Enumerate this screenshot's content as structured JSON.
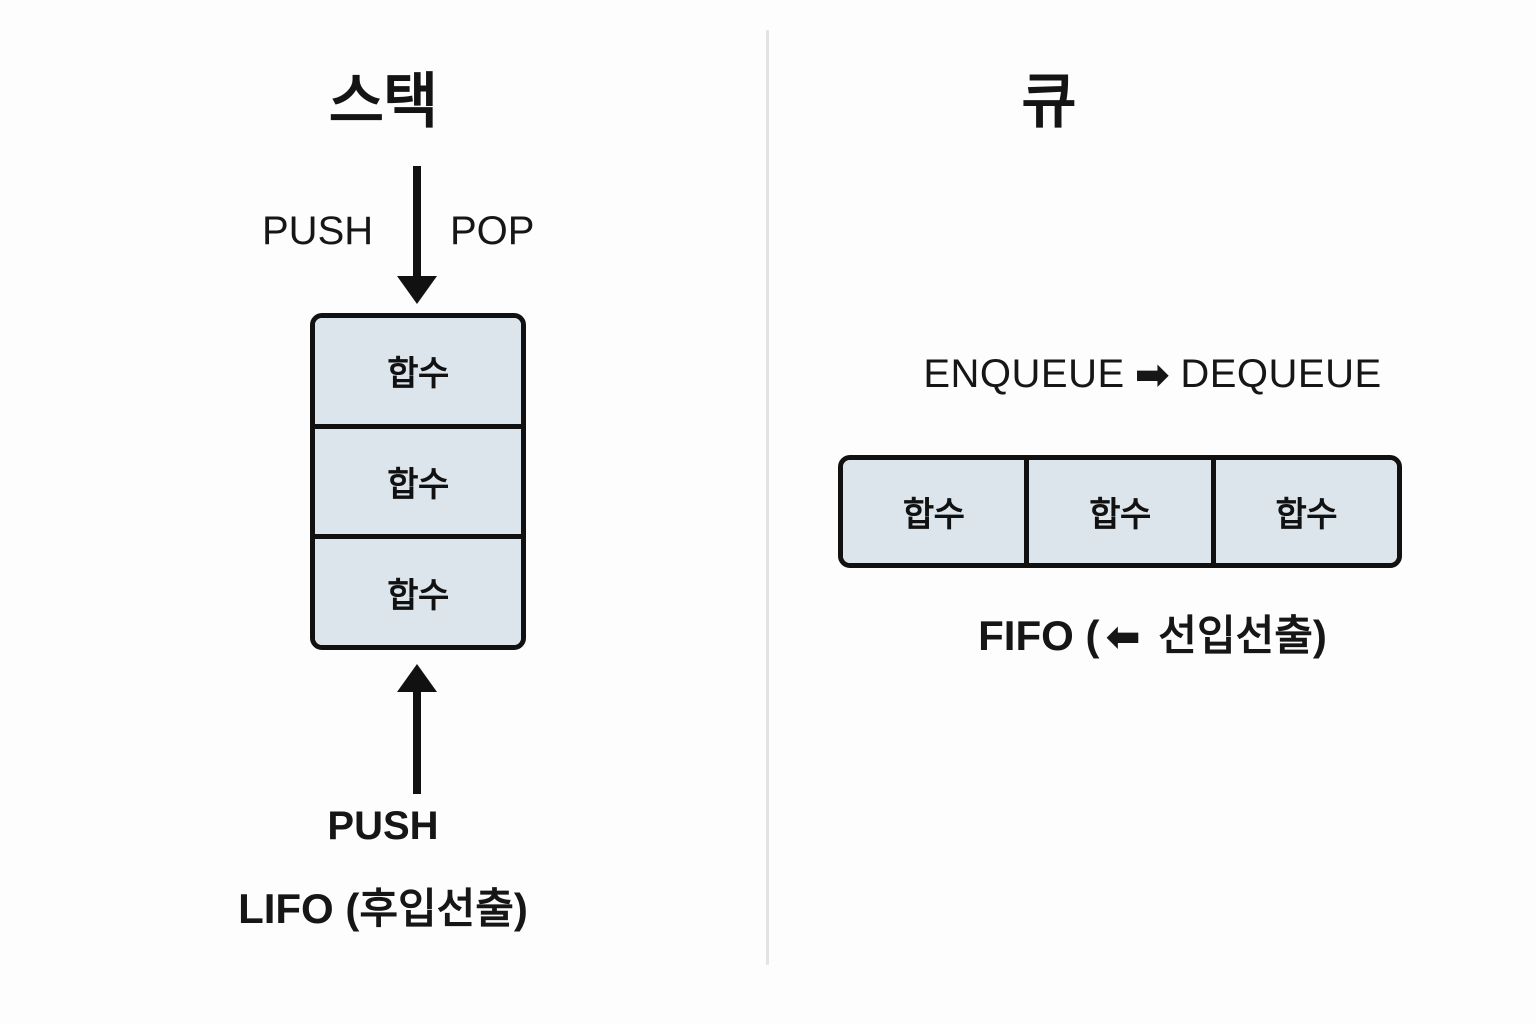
{
  "figure": {
    "title_hidden": "",
    "background_color": "#fdfdfd",
    "accent_fill": "#dde5ec",
    "stroke_color": "#111111",
    "divider_color": "#e3e3e3"
  },
  "stack": {
    "title": "스택",
    "top_left_label": "PUSH",
    "top_right_label": "POP",
    "bottom_label": "PUSH",
    "footer_label": "LIFO (후입선출)",
    "cells": [
      {
        "text": "합수"
      },
      {
        "text": "합수"
      },
      {
        "text": "합수"
      }
    ],
    "down_arrow_icon": "arrow-down-icon",
    "up_arrow_icon": "arrow-up-icon"
  },
  "queue": {
    "title": "큐",
    "enqueue_label": "ENQUEUE",
    "flow_arrow": "➡",
    "dequeue_label": "DEQUEUE",
    "footer_prefix": "FIFO (",
    "footer_arrow": "⬅",
    "footer_text": " 선입선출)",
    "cells": [
      {
        "text": "합수"
      },
      {
        "text": "합수"
      },
      {
        "text": "합수"
      }
    ]
  }
}
